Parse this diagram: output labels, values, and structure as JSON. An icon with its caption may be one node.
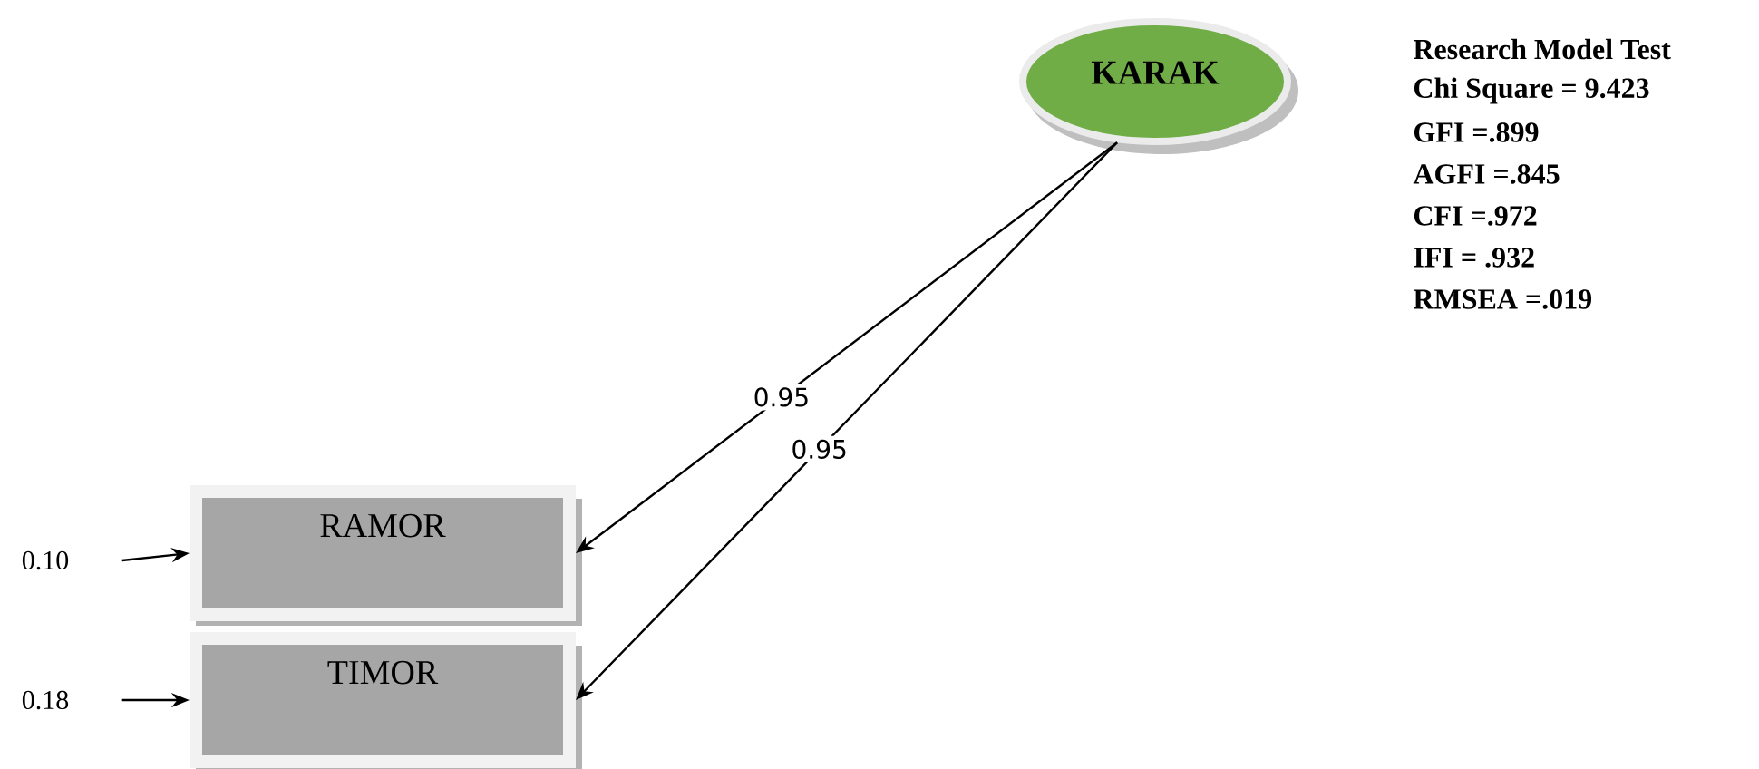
{
  "diagram": {
    "nodes": [
      {
        "text": [
          "KARAK"
        ]
      },
      {
        "text": [
          "RAMOR"
        ]
      },
      {
        "text": [
          "TIMOR"
        ]
      },
      {
        "text": [
          "0.10"
        ]
      },
      {
        "text": [
          "0.18"
        ]
      }
    ],
    "edges": [
      {
        "from": 0,
        "to": 1,
        "arrow": "to",
        "label": "0.95"
      },
      {
        "from": 0,
        "to": 2,
        "arrow": "to",
        "label": "0.95"
      },
      {
        "from": 3,
        "to": 1,
        "arrow": "to"
      },
      {
        "from": 4,
        "to": 2,
        "arrow": "to"
      }
    ],
    "labels": [
      "Research Model Test",
      "Chi Square = 9.423",
      "GFI =.899",
      "AGFI =.845",
      "CFI =.972",
      "IFI = .932",
      "RMSEA =.019"
    ]
  }
}
